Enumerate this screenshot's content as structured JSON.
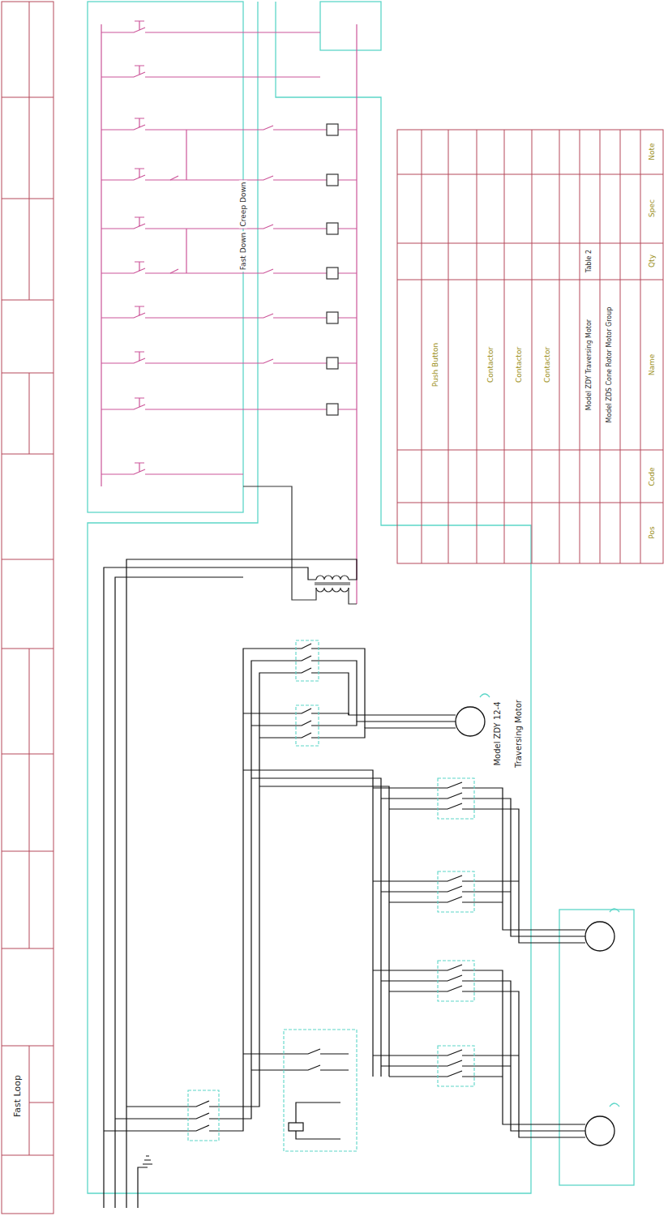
{
  "diagram": {
    "labels": [
      "Fast Loop",
      "Creep Down",
      "Fast Down",
      "Model ZDY 12-4",
      "Traversing Motor",
      "Model ZDY Traversing Motor",
      "Model ZDS Cone Rotor Motor Group",
      "Table 2",
      "Pos",
      "Code",
      "Name",
      "Qty",
      "Spec",
      "Note",
      "Push Button",
      "Contactor",
      "Contactor",
      "Contactor"
    ]
  }
}
